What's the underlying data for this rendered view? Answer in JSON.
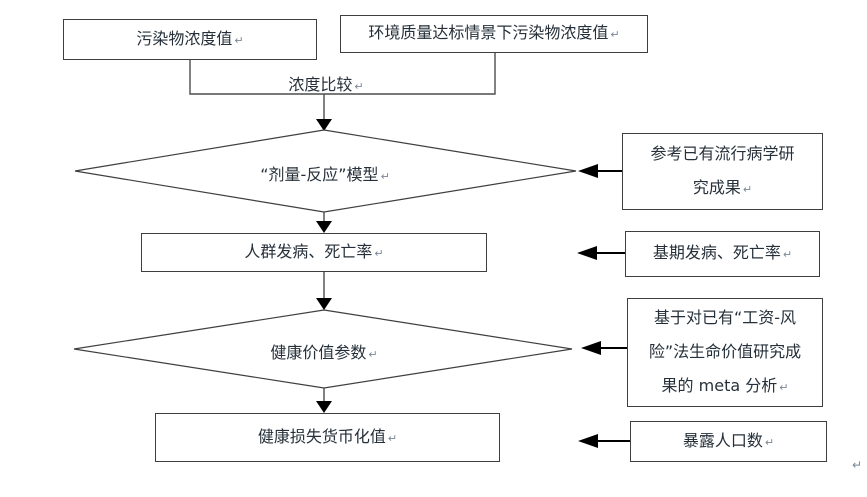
{
  "flowchart": {
    "paragraph_mark": "↵",
    "colors": {
      "background": "#ffffff",
      "line": "#4d4d4d",
      "arrow": "#000000",
      "border": "#3f3f3f",
      "text": "#26303a"
    },
    "top_boxes": {
      "pollutant": {
        "label": "污染物浓度值"
      },
      "standard_scenario": {
        "label": "环境质量达标情景下污染物浓度值"
      }
    },
    "comparison_label": "浓度比较",
    "main_flow": [
      {
        "shape": "diamond",
        "label": "“剂量-反应”模型"
      },
      {
        "shape": "rect",
        "label": "人群发病、死亡率"
      },
      {
        "shape": "diamond",
        "label": "健康价值参数"
      },
      {
        "shape": "rect",
        "label": "健康损失货币化值"
      }
    ],
    "side_boxes": [
      {
        "lines": [
          "参考已有流行病学研",
          "究成果"
        ]
      },
      {
        "lines": [
          "基期发病、死亡率"
        ]
      },
      {
        "lines": [
          "基于对已有“工资-风",
          "险”法生命价值研究成",
          "果的 meta 分析"
        ]
      },
      {
        "lines": [
          "暴露人口数"
        ]
      }
    ]
  }
}
